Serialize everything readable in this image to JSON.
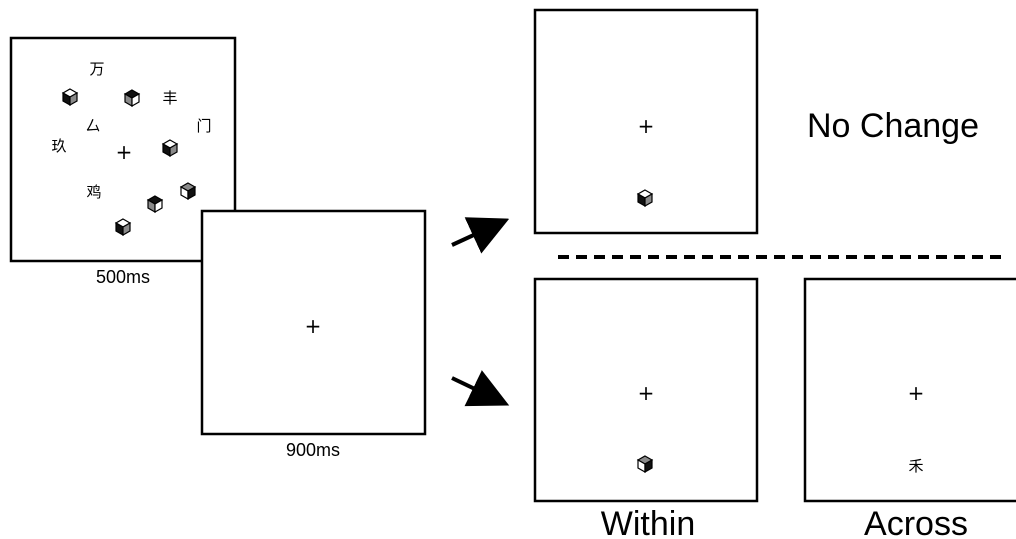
{
  "figure": {
    "memory_array": {
      "duration": "500ms",
      "fixation": "+",
      "characters": [
        "万",
        "丰",
        "门",
        "玖",
        "厶",
        "鸡"
      ]
    },
    "retention": {
      "duration": "900ms",
      "fixation": "+"
    },
    "test_no_change": {
      "fixation": "+",
      "label": "No Change"
    },
    "test_within": {
      "fixation": "+",
      "label": "Within"
    },
    "test_across": {
      "fixation": "+",
      "character": "禾",
      "label": "Across"
    }
  }
}
